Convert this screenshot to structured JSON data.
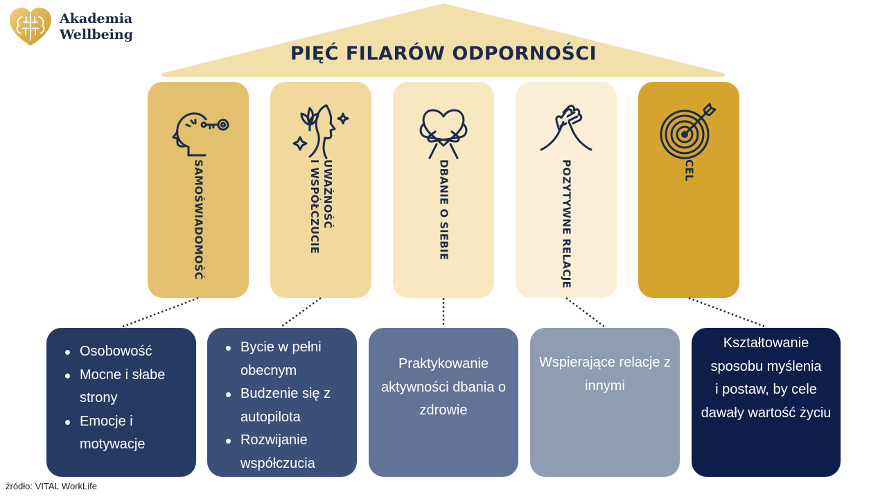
{
  "brand": {
    "name_line1": "Akademia",
    "name_line2": "Wellbeing",
    "logo_icon": "golden-heart-brain-icon"
  },
  "title": "PIĘĆ FILARÓW ODPORNOŚCI",
  "colors": {
    "roof": "#f2dfa9",
    "navy_text": "#1b2a4a",
    "pillar_1": "#e3c06e",
    "pillar_2": "#f1d99e",
    "pillar_3": "#f7e8c2",
    "pillar_4": "#faefd6",
    "pillar_5": "#d5a42f",
    "box_1": "#253b62",
    "box_2": "#3a5077",
    "box_3": "#617495",
    "box_4": "#8f9cb2",
    "box_5": "#0d1e4b"
  },
  "pillars": [
    {
      "label": "SAMOŚWIADOMOŚĆ",
      "icon": "head-with-key-icon",
      "description": {
        "type": "list",
        "items": [
          "Osobowość",
          "Mocne i słabe strony",
          "Emocje i motywacje"
        ]
      }
    },
    {
      "label": "UWAŻNOŚĆ\nI WSPÓŁCZUCIE",
      "icon": "face-with-leaves-and-stars-icon",
      "description": {
        "type": "list",
        "items": [
          "Bycie w pełni obecnym",
          "Budzenie się z autopilota",
          "Rozwijanie współczucia"
        ]
      }
    },
    {
      "label": "DBANIE O SIEBIE",
      "icon": "self-hug-heart-icon",
      "description": {
        "type": "text",
        "text": "Praktykowanie aktywności dbania o zdrowie"
      }
    },
    {
      "label": "POZYTYWNE RELACJE",
      "icon": "handshake-icon",
      "description": {
        "type": "text",
        "text": "Wspierające relacje z innymi"
      }
    },
    {
      "label": "CEL",
      "icon": "target-with-arrow-icon",
      "description": {
        "type": "text",
        "text": "Kształtowanie sposobu myślenia\ni postaw, by cele dawały wartość życiu"
      }
    }
  ],
  "source": "źródło: VITAL WorkLife"
}
